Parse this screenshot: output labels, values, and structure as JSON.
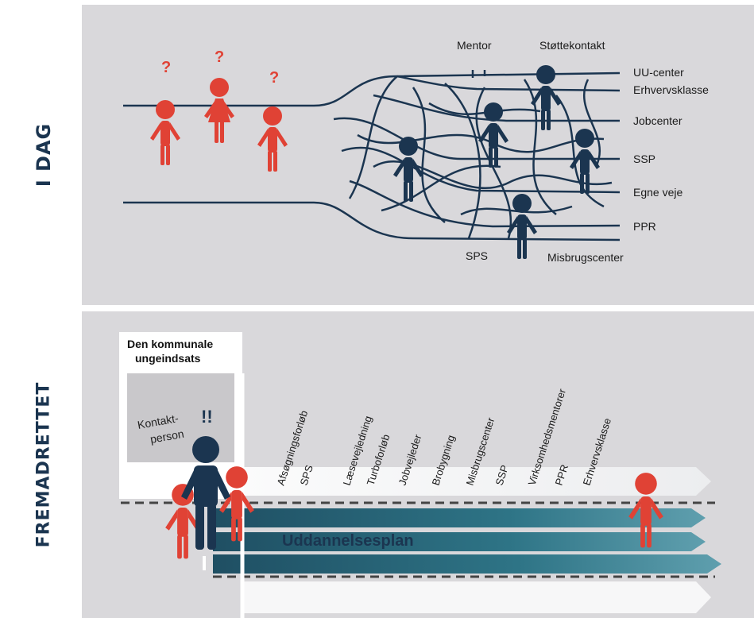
{
  "sections": {
    "top_label": "I DAG",
    "bottom_label": "FREMADRETTET"
  },
  "top": {
    "question_mark": "?",
    "upper_labels": [
      "Mentor",
      "Støttekontakt"
    ],
    "right_labels": [
      "UU-center",
      "Erhvervsklasse",
      "Jobcenter",
      "SSP",
      "Egne veje",
      "PPR"
    ],
    "bottom_labels": [
      "SPS",
      "Misbrugscenter"
    ]
  },
  "bottom": {
    "box_title_line1": "Den kommunale",
    "box_title_line2": "ungeindsats",
    "contact_line1": "Kontakt-",
    "contact_line2": "person",
    "contact_mark": "!!",
    "offers": [
      "Afsøgningsforløb",
      "SPS",
      "Læsevejledning",
      "Turboforløb",
      "Jobvejleder",
      "Brobygning",
      "Misbrugscenter",
      "SSP",
      "Virksomhedsmentorer",
      "PPR",
      "Erhvervsklasse"
    ],
    "plan_label": "Uddannelsesplan"
  },
  "colors": {
    "red": "#e04235",
    "navy": "#1b3550",
    "panel": "#d9d8db",
    "teal": "#2b6f80"
  }
}
